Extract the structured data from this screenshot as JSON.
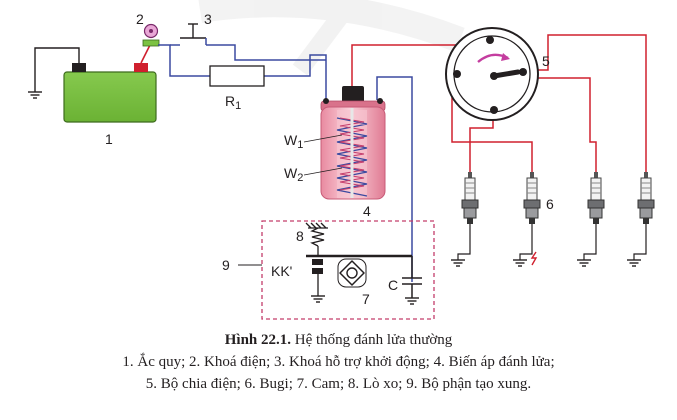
{
  "diagram": {
    "labels": {
      "battery": "1",
      "ignition_switch": "2",
      "start_switch": "3",
      "coil": "4",
      "distributor": "5",
      "spark_plug": "6",
      "cam": "7",
      "spring": "8",
      "pulse_unit": "9",
      "r1": "R",
      "r1_sub": "1",
      "w1": "W",
      "w1_sub": "1",
      "w2": "W",
      "w2_sub": "2",
      "contact": "KK'",
      "capacitor": "C"
    },
    "colors": {
      "blue_wire": "#3b4aa0",
      "red_wire": "#d0202e",
      "black_wire": "#231f20",
      "battery": "#7cc242",
      "coil": "#f4a6b7",
      "dashed_box": "#c43d6b"
    }
  },
  "caption": {
    "title_bold": "Hình 22.1.",
    "title_rest": " Hệ thống đánh lửa thường",
    "line1": "1. Ắc quy; 2. Khoá điện; 3. Khoá hỗ trợ khởi động; 4. Biến áp đánh lửa;",
    "line2": "5. Bộ chia điện; 6. Bugi; 7. Cam; 8. Lò xo; 9. Bộ phận tạo xung."
  }
}
